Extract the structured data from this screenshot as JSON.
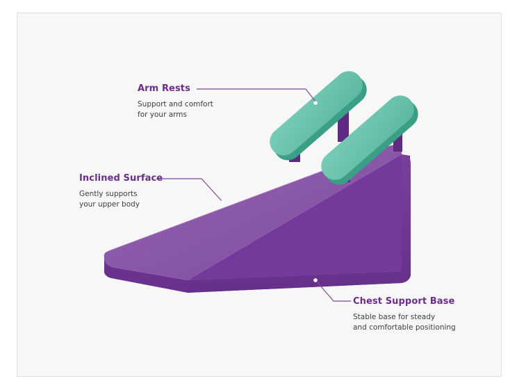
{
  "callouts": {
    "arm_rests": {
      "title": "Arm Rests",
      "lines": [
        "Support and comfort",
        "for your arms"
      ]
    },
    "inclined_surface": {
      "title": "Inclined Surface",
      "lines": [
        "Gently supports",
        "your upper body"
      ]
    },
    "chest_support_base": {
      "title": "Chest Support Base",
      "lines": [
        "Stable base for steady",
        "and comfortable positioning"
      ]
    }
  },
  "colors": {
    "background": "#f7f7f7",
    "accent_purple": "#6b2d8c",
    "wedge_top": "#8a55a8",
    "wedge_side": "#6f3692",
    "wedge_edge": "#7b3f9c",
    "armrest_top": "#6cc3ad",
    "armrest_side": "#3fa88d",
    "leader_line": "#7d4a9b"
  }
}
